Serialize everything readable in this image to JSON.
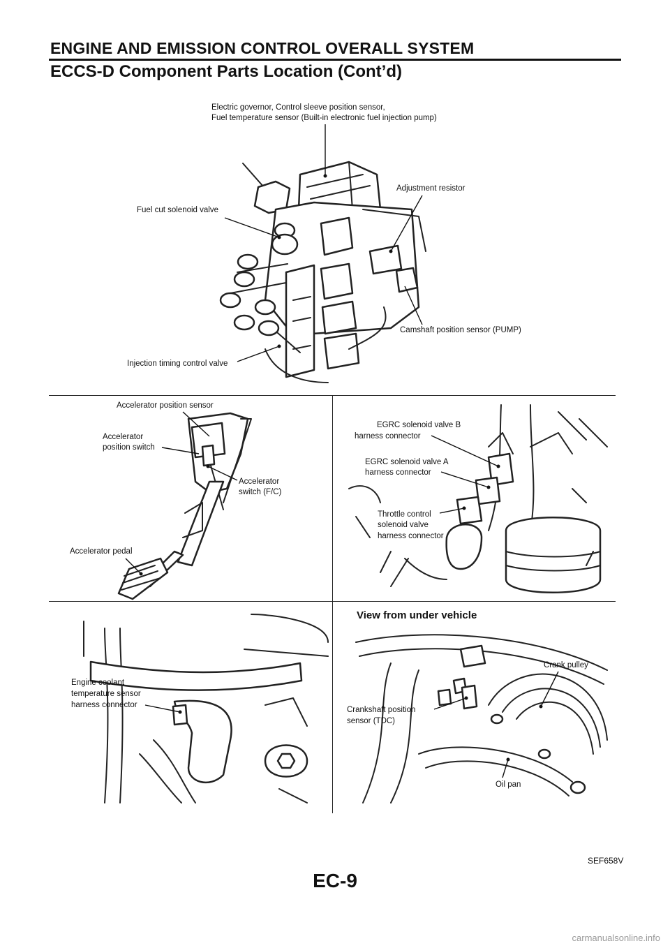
{
  "header": {
    "title": "ENGINE AND EMISSION CONTROL OVERALL SYSTEM",
    "subtitle": "ECCS-D Component Parts Location (Cont’d)"
  },
  "figure1": {
    "governor_line1": "Electric governor, Control sleeve position sensor,",
    "governor_line2": "Fuel temperature sensor (Built-in electronic fuel injection pump)",
    "adjustment_resistor": "Adjustment resistor",
    "fuel_cut_solenoid": "Fuel cut solenoid valve",
    "camshaft_sensor": "Camshaft position sensor (PUMP)",
    "injection_timing": "Injection timing control valve"
  },
  "figure2": {
    "accel_position_sensor": "Accelerator position sensor",
    "accel_position_switch_1": "Accelerator",
    "accel_position_switch_2": "position switch",
    "accel_switch_1": "Accelerator",
    "accel_switch_2": "switch (F/C)",
    "accel_pedal": "Accelerator pedal"
  },
  "figure3": {
    "egrc_b_1": "EGRC solenoid valve B",
    "egrc_b_2": "harness connector",
    "egrc_a_1": "EGRC solenoid valve A",
    "egrc_a_2": "harness connector",
    "throttle_1": "Throttle control",
    "throttle_2": "solenoid valve",
    "throttle_3": "harness connector"
  },
  "figure4": {
    "coolant_1": "Engine coolant",
    "coolant_2": "temperature sensor",
    "coolant_3": "harness connector"
  },
  "figure5": {
    "view_title": "View from under vehicle",
    "crank_pulley": "Crank pulley",
    "crankshaft_1": "Crankshaft position",
    "crankshaft_2": "sensor (TDC)",
    "oil_pan": "Oil pan"
  },
  "figure_code": "SEF658V",
  "page_number": "EC-9",
  "watermark": "carmanualsonline.info"
}
